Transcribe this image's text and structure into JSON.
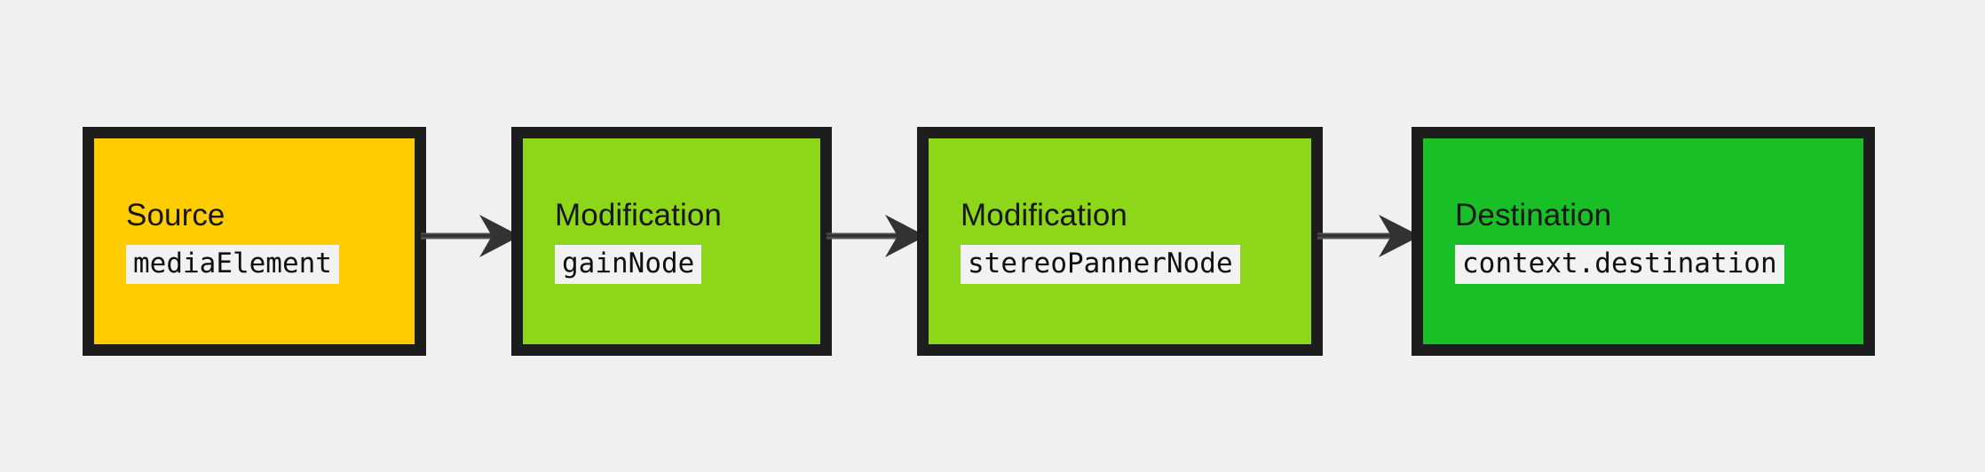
{
  "diagram": {
    "type": "flow-chain",
    "title": "Web Audio API audio routing graph",
    "background_color": "#f0f0f0",
    "border_color": "#1d1d1d",
    "nodes": [
      {
        "id": "source",
        "title": "Source",
        "code": "mediaElement",
        "fill": "#ffcc00",
        "role": "source"
      },
      {
        "id": "gain",
        "title": "Modification",
        "code": "gainNode",
        "fill": "#8ed61a",
        "role": "modification"
      },
      {
        "id": "panner",
        "title": "Modification",
        "code": "stereoPannerNode",
        "fill": "#8ed61a",
        "role": "modification"
      },
      {
        "id": "destination",
        "title": "Destination",
        "code": "context.destination",
        "fill": "#19bf26",
        "role": "destination"
      }
    ],
    "edges": [
      {
        "id": "edge-1",
        "from": "source",
        "to": "gain",
        "icon": "arrow-right-icon",
        "color": "#3c3c3c"
      },
      {
        "id": "edge-2",
        "from": "gain",
        "to": "panner",
        "icon": "arrow-right-icon",
        "color": "#3c3c3c"
      },
      {
        "id": "edge-3",
        "from": "panner",
        "to": "destination",
        "icon": "arrow-right-icon",
        "color": "#3c3c3c"
      }
    ]
  }
}
